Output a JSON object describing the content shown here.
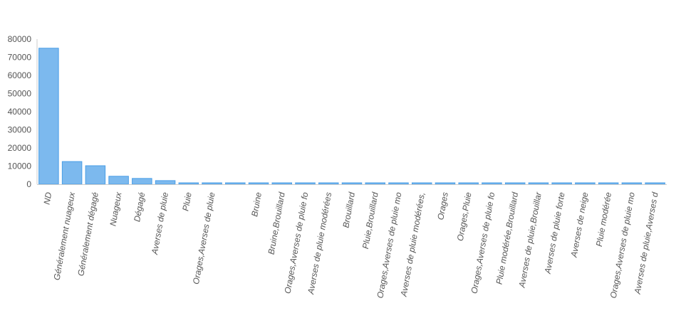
{
  "chart_data": {
    "type": "bar",
    "title": "",
    "xlabel": "",
    "ylabel": "",
    "ylim": [
      0,
      80000
    ],
    "yticks": [
      0,
      10000,
      20000,
      30000,
      40000,
      50000,
      60000,
      70000,
      80000
    ],
    "grid": false,
    "categories": [
      "ND",
      "Généralement nuageux",
      "Généralement dégagé",
      "Nuageux",
      "Dégagé",
      "Averses de pluie",
      "Pluie",
      "Orages,Averses de pluie",
      "",
      "Bruine",
      "Bruine,Brouillard",
      "Orages,Averses de pluie fo",
      "Averses de pluie modérées",
      "Brouillard",
      "Pluie,Brouillard",
      "Orages,Averses de pluie mo",
      "Averses de pluie modérées,",
      "Orages",
      "Orages,Pluie",
      "Orages,Averses de pluie fo",
      "Pluie modérée,Brouillard",
      "Averses de pluie,Brouillar",
      "Averses de pluie forte",
      "Averses de neige",
      "Pluie modérée",
      "Orages,Averses de pluie mo",
      "Averses de pluie,Averses d"
    ],
    "values": [
      75000,
      12500,
      10200,
      4400,
      3200,
      2000,
      700,
      200,
      150,
      120,
      110,
      100,
      90,
      80,
      70,
      60,
      55,
      50,
      45,
      40,
      35,
      30,
      28,
      25,
      22,
      20,
      15
    ],
    "colors": {
      "bar_fill": "#7cb9ee",
      "bar_stroke": "#4a9ee6",
      "axis": "#cccccc",
      "text": "#555555"
    }
  }
}
